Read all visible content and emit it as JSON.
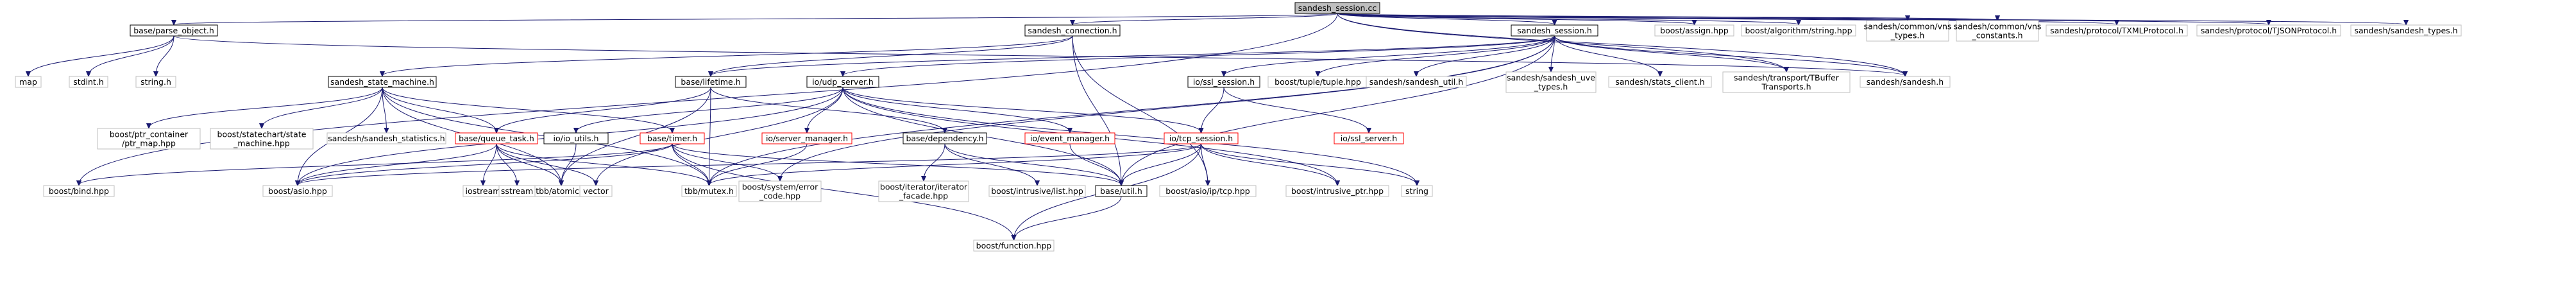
{
  "graph": {
    "colors": {
      "edge": "#191970",
      "root_fill": "#bfbfbf",
      "root_border": "#000000",
      "documented_border": "#000000",
      "external_border": "#bfbfbf",
      "missing_border": "#ff0000",
      "node_fill": "#ffffff"
    },
    "nodes": [
      {
        "id": "root",
        "lines": [
          "sandesh_session.cc"
        ],
        "kind": "root"
      },
      {
        "id": "parse_object",
        "lines": [
          "base/parse_object.h"
        ],
        "kind": "doc"
      },
      {
        "id": "sandesh_connection",
        "lines": [
          "sandesh_connection.h"
        ],
        "kind": "doc"
      },
      {
        "id": "sandesh_session_h",
        "lines": [
          "sandesh_session.h"
        ],
        "kind": "doc"
      },
      {
        "id": "assign",
        "lines": [
          "boost/assign.hpp"
        ],
        "kind": "ext"
      },
      {
        "id": "algorithm_string",
        "lines": [
          "boost/algorithm/string.hpp"
        ],
        "kind": "ext"
      },
      {
        "id": "vns_types",
        "lines": [
          "sandesh/common/vns",
          "_types.h"
        ],
        "kind": "ext"
      },
      {
        "id": "vns_constants",
        "lines": [
          "sandesh/common/vns",
          "_constants.h"
        ],
        "kind": "ext"
      },
      {
        "id": "txml",
        "lines": [
          "sandesh/protocol/TXMLProtocol.h"
        ],
        "kind": "ext"
      },
      {
        "id": "tjson",
        "lines": [
          "sandesh/protocol/TJSONProtocol.h"
        ],
        "kind": "ext"
      },
      {
        "id": "sandesh_types",
        "lines": [
          "sandesh/sandesh_types.h"
        ],
        "kind": "ext"
      },
      {
        "id": "map",
        "lines": [
          "map"
        ],
        "kind": "ext"
      },
      {
        "id": "stdint",
        "lines": [
          "stdint.h"
        ],
        "kind": "ext"
      },
      {
        "id": "string_h",
        "lines": [
          "string.h"
        ],
        "kind": "ext"
      },
      {
        "id": "sandesh_state_machine",
        "lines": [
          "sandesh_state_machine.h"
        ],
        "kind": "doc"
      },
      {
        "id": "lifetime",
        "lines": [
          "base/lifetime.h"
        ],
        "kind": "doc"
      },
      {
        "id": "udp_server",
        "lines": [
          "io/udp_server.h"
        ],
        "kind": "doc"
      },
      {
        "id": "ssl_session",
        "lines": [
          "io/ssl_session.h"
        ],
        "kind": "doc"
      },
      {
        "id": "tuple",
        "lines": [
          "boost/tuple/tuple.hpp"
        ],
        "kind": "ext"
      },
      {
        "id": "sandesh_util",
        "lines": [
          "sandesh/sandesh_util.h"
        ],
        "kind": "ext"
      },
      {
        "id": "uve_types",
        "lines": [
          "sandesh/sandesh_uve",
          "_types.h"
        ],
        "kind": "ext"
      },
      {
        "id": "stats_client",
        "lines": [
          "sandesh/stats_client.h"
        ],
        "kind": "ext"
      },
      {
        "id": "tbuffer",
        "lines": [
          "sandesh/transport/TBuffer",
          "Transports.h"
        ],
        "kind": "ext"
      },
      {
        "id": "sandesh_h",
        "lines": [
          "sandesh/sandesh.h"
        ],
        "kind": "ext"
      },
      {
        "id": "ptr_map",
        "lines": [
          "boost/ptr_container",
          "/ptr_map.hpp"
        ],
        "kind": "ext"
      },
      {
        "id": "state_machine",
        "lines": [
          "boost/statechart/state",
          "_machine.hpp"
        ],
        "kind": "ext"
      },
      {
        "id": "sandesh_statistics",
        "lines": [
          "sandesh/sandesh_statistics.h"
        ],
        "kind": "ext"
      },
      {
        "id": "queue_task",
        "lines": [
          "base/queue_task.h"
        ],
        "kind": "missing"
      },
      {
        "id": "io_utils",
        "lines": [
          "io/io_utils.h"
        ],
        "kind": "doc"
      },
      {
        "id": "timer",
        "lines": [
          "base/timer.h"
        ],
        "kind": "missing"
      },
      {
        "id": "server_manager",
        "lines": [
          "io/server_manager.h"
        ],
        "kind": "missing"
      },
      {
        "id": "dependency",
        "lines": [
          "base/dependency.h"
        ],
        "kind": "doc"
      },
      {
        "id": "event_manager",
        "lines": [
          "io/event_manager.h"
        ],
        "kind": "missing"
      },
      {
        "id": "tcp_session",
        "lines": [
          "io/tcp_session.h"
        ],
        "kind": "missing"
      },
      {
        "id": "ssl_server",
        "lines": [
          "io/ssl_server.h"
        ],
        "kind": "missing"
      },
      {
        "id": "bind",
        "lines": [
          "boost/bind.hpp"
        ],
        "kind": "ext"
      },
      {
        "id": "asio",
        "lines": [
          "boost/asio.hpp"
        ],
        "kind": "ext"
      },
      {
        "id": "atomic",
        "lines": [
          "tbb/atomic.h"
        ],
        "kind": "ext"
      },
      {
        "id": "iostream",
        "lines": [
          "iostream"
        ],
        "kind": "ext"
      },
      {
        "id": "sstream",
        "lines": [
          "sstream"
        ],
        "kind": "ext"
      },
      {
        "id": "vector",
        "lines": [
          "vector"
        ],
        "kind": "ext"
      },
      {
        "id": "mutex",
        "lines": [
          "tbb/mutex.h"
        ],
        "kind": "ext"
      },
      {
        "id": "error_code",
        "lines": [
          "boost/system/error",
          "_code.hpp"
        ],
        "kind": "ext"
      },
      {
        "id": "iterator_facade",
        "lines": [
          "boost/iterator/iterator",
          "_facade.hpp"
        ],
        "kind": "ext"
      },
      {
        "id": "intrusive_list",
        "lines": [
          "boost/intrusive/list.hpp"
        ],
        "kind": "ext"
      },
      {
        "id": "util",
        "lines": [
          "base/util.h"
        ],
        "kind": "doc"
      },
      {
        "id": "asio_tcp",
        "lines": [
          "boost/asio/ip/tcp.hpp"
        ],
        "kind": "ext"
      },
      {
        "id": "intrusive_ptr",
        "lines": [
          "boost/intrusive_ptr.hpp"
        ],
        "kind": "ext"
      },
      {
        "id": "string",
        "lines": [
          "string"
        ],
        "kind": "ext"
      },
      {
        "id": "function",
        "lines": [
          "boost/function.hpp"
        ],
        "kind": "ext"
      }
    ],
    "edges": [
      [
        "root",
        "parse_object"
      ],
      [
        "root",
        "sandesh_connection"
      ],
      [
        "root",
        "sandesh_session_h"
      ],
      [
        "root",
        "assign"
      ],
      [
        "root",
        "algorithm_string"
      ],
      [
        "root",
        "vns_types"
      ],
      [
        "root",
        "vns_constants"
      ],
      [
        "root",
        "txml"
      ],
      [
        "root",
        "tjson"
      ],
      [
        "root",
        "sandesh_types"
      ],
      [
        "root",
        "bind"
      ],
      [
        "root",
        "sandesh_h"
      ],
      [
        "root",
        "tbuffer"
      ],
      [
        "parse_object",
        "map"
      ],
      [
        "parse_object",
        "stdint"
      ],
      [
        "parse_object",
        "string_h"
      ],
      [
        "parse_object",
        "sandesh_h"
      ],
      [
        "sandesh_connection",
        "sandesh_state_machine"
      ],
      [
        "sandesh_connection",
        "lifetime"
      ],
      [
        "sandesh_connection",
        "util"
      ],
      [
        "sandesh_connection",
        "asio_tcp"
      ],
      [
        "sandesh_session_h",
        "udp_server"
      ],
      [
        "sandesh_session_h",
        "ssl_session"
      ],
      [
        "sandesh_session_h",
        "tuple"
      ],
      [
        "sandesh_session_h",
        "sandesh_util"
      ],
      [
        "sandesh_session_h",
        "uve_types"
      ],
      [
        "sandesh_session_h",
        "stats_client"
      ],
      [
        "sandesh_session_h",
        "tbuffer"
      ],
      [
        "sandesh_session_h",
        "sandesh_h"
      ],
      [
        "sandesh_session_h",
        "lifetime"
      ],
      [
        "sandesh_session_h",
        "util"
      ],
      [
        "sandesh_session_h",
        "mutex"
      ],
      [
        "sandesh_session_h",
        "error_code"
      ],
      [
        "sandesh_state_machine",
        "ptr_map"
      ],
      [
        "sandesh_state_machine",
        "state_machine"
      ],
      [
        "sandesh_state_machine",
        "sandesh_statistics"
      ],
      [
        "sandesh_state_machine",
        "queue_task"
      ],
      [
        "sandesh_state_machine",
        "timer"
      ],
      [
        "sandesh_state_machine",
        "asio"
      ],
      [
        "sandesh_state_machine",
        "mutex"
      ],
      [
        "sandesh_state_machine",
        "atomic"
      ],
      [
        "lifetime",
        "queue_task"
      ],
      [
        "lifetime",
        "dependency"
      ],
      [
        "lifetime",
        "mutex"
      ],
      [
        "lifetime",
        "atomic"
      ],
      [
        "udp_server",
        "io_utils"
      ],
      [
        "udp_server",
        "server_manager"
      ],
      [
        "udp_server",
        "event_manager"
      ],
      [
        "udp_server",
        "tcp_session"
      ],
      [
        "udp_server",
        "asio"
      ],
      [
        "udp_server",
        "vector"
      ],
      [
        "udp_server",
        "util"
      ],
      [
        "udp_server",
        "string"
      ],
      [
        "udp_server",
        "intrusive_ptr"
      ],
      [
        "ssl_session",
        "tcp_session"
      ],
      [
        "ssl_session",
        "ssl_server"
      ],
      [
        "queue_task",
        "iostream"
      ],
      [
        "queue_task",
        "sstream"
      ],
      [
        "queue_task",
        "atomic"
      ],
      [
        "queue_task",
        "asio"
      ],
      [
        "queue_task",
        "vector"
      ],
      [
        "queue_task",
        "mutex"
      ],
      [
        "io_utils",
        "atomic"
      ],
      [
        "timer",
        "bind"
      ],
      [
        "timer",
        "asio"
      ],
      [
        "timer",
        "mutex"
      ],
      [
        "timer",
        "error_code"
      ],
      [
        "timer",
        "function"
      ],
      [
        "timer",
        "util"
      ],
      [
        "server_manager",
        "mutex"
      ],
      [
        "dependency",
        "iterator_facade"
      ],
      [
        "dependency",
        "intrusive_list"
      ],
      [
        "dependency",
        "util"
      ],
      [
        "event_manager",
        "util"
      ],
      [
        "tcp_session",
        "mutex"
      ],
      [
        "tcp_session",
        "util"
      ],
      [
        "tcp_session",
        "asio_tcp"
      ],
      [
        "tcp_session",
        "intrusive_ptr"
      ],
      [
        "tcp_session",
        "string"
      ],
      [
        "tcp_session",
        "function"
      ],
      [
        "tcp_session",
        "asio"
      ],
      [
        "util",
        "function"
      ]
    ]
  }
}
